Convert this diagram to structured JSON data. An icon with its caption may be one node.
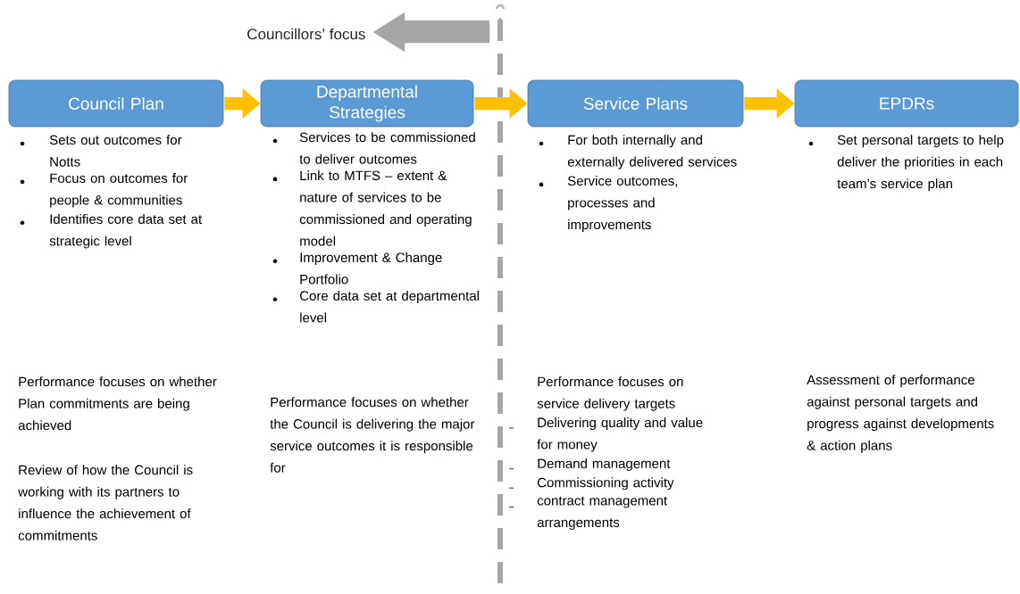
{
  "diagram": {
    "nodes": [
      {
        "text": [
          "Council Plan"
        ],
        "beside": [
          "Sets out outcomes for Notts",
          "Focus on outcomes for people & communities",
          "Identifies core data set at strategic level"
        ]
      },
      {
        "text": [
          "Departmental Strategies"
        ],
        "beside": [
          "Services to be commissioned to deliver outcomes",
          "Link to MTFS – extent & nature of services to be commissioned and operating model",
          "Improvement & Change Portfolio",
          "Core data set at departmental level"
        ]
      },
      {
        "text": [
          "Service Plans"
        ],
        "beside": [
          "For both internally and externally delivered services",
          "Service outcomes, processes and improvements"
        ]
      },
      {
        "text": [
          "EPDRs"
        ],
        "beside": [
          "Set personal targets to help deliver the priorities in each team’s service plan"
        ]
      }
    ],
    "edges": [
      {
        "from": 0,
        "to": 1,
        "arrow": "to"
      },
      {
        "from": 1,
        "to": 2,
        "arrow": "to"
      },
      {
        "from": 2,
        "to": 3,
        "arrow": "to"
      }
    ],
    "labels": [
      "Councillors’ focus",
      "Performance focuses on whether Plan commitments are being achieved",
      "Review of how the Council is working with its partners to influence the achievement of commitments",
      "Performance focuses on whether the Council is delivering the major service outcomes it is responsible for",
      "Performance focuses on service delivery targets",
      "Delivering quality and value for money",
      "Demand management",
      "Commissioning activity",
      "contract management arrangements",
      "Assessment of performance against personal targets and progress against developments & action plans"
    ]
  }
}
